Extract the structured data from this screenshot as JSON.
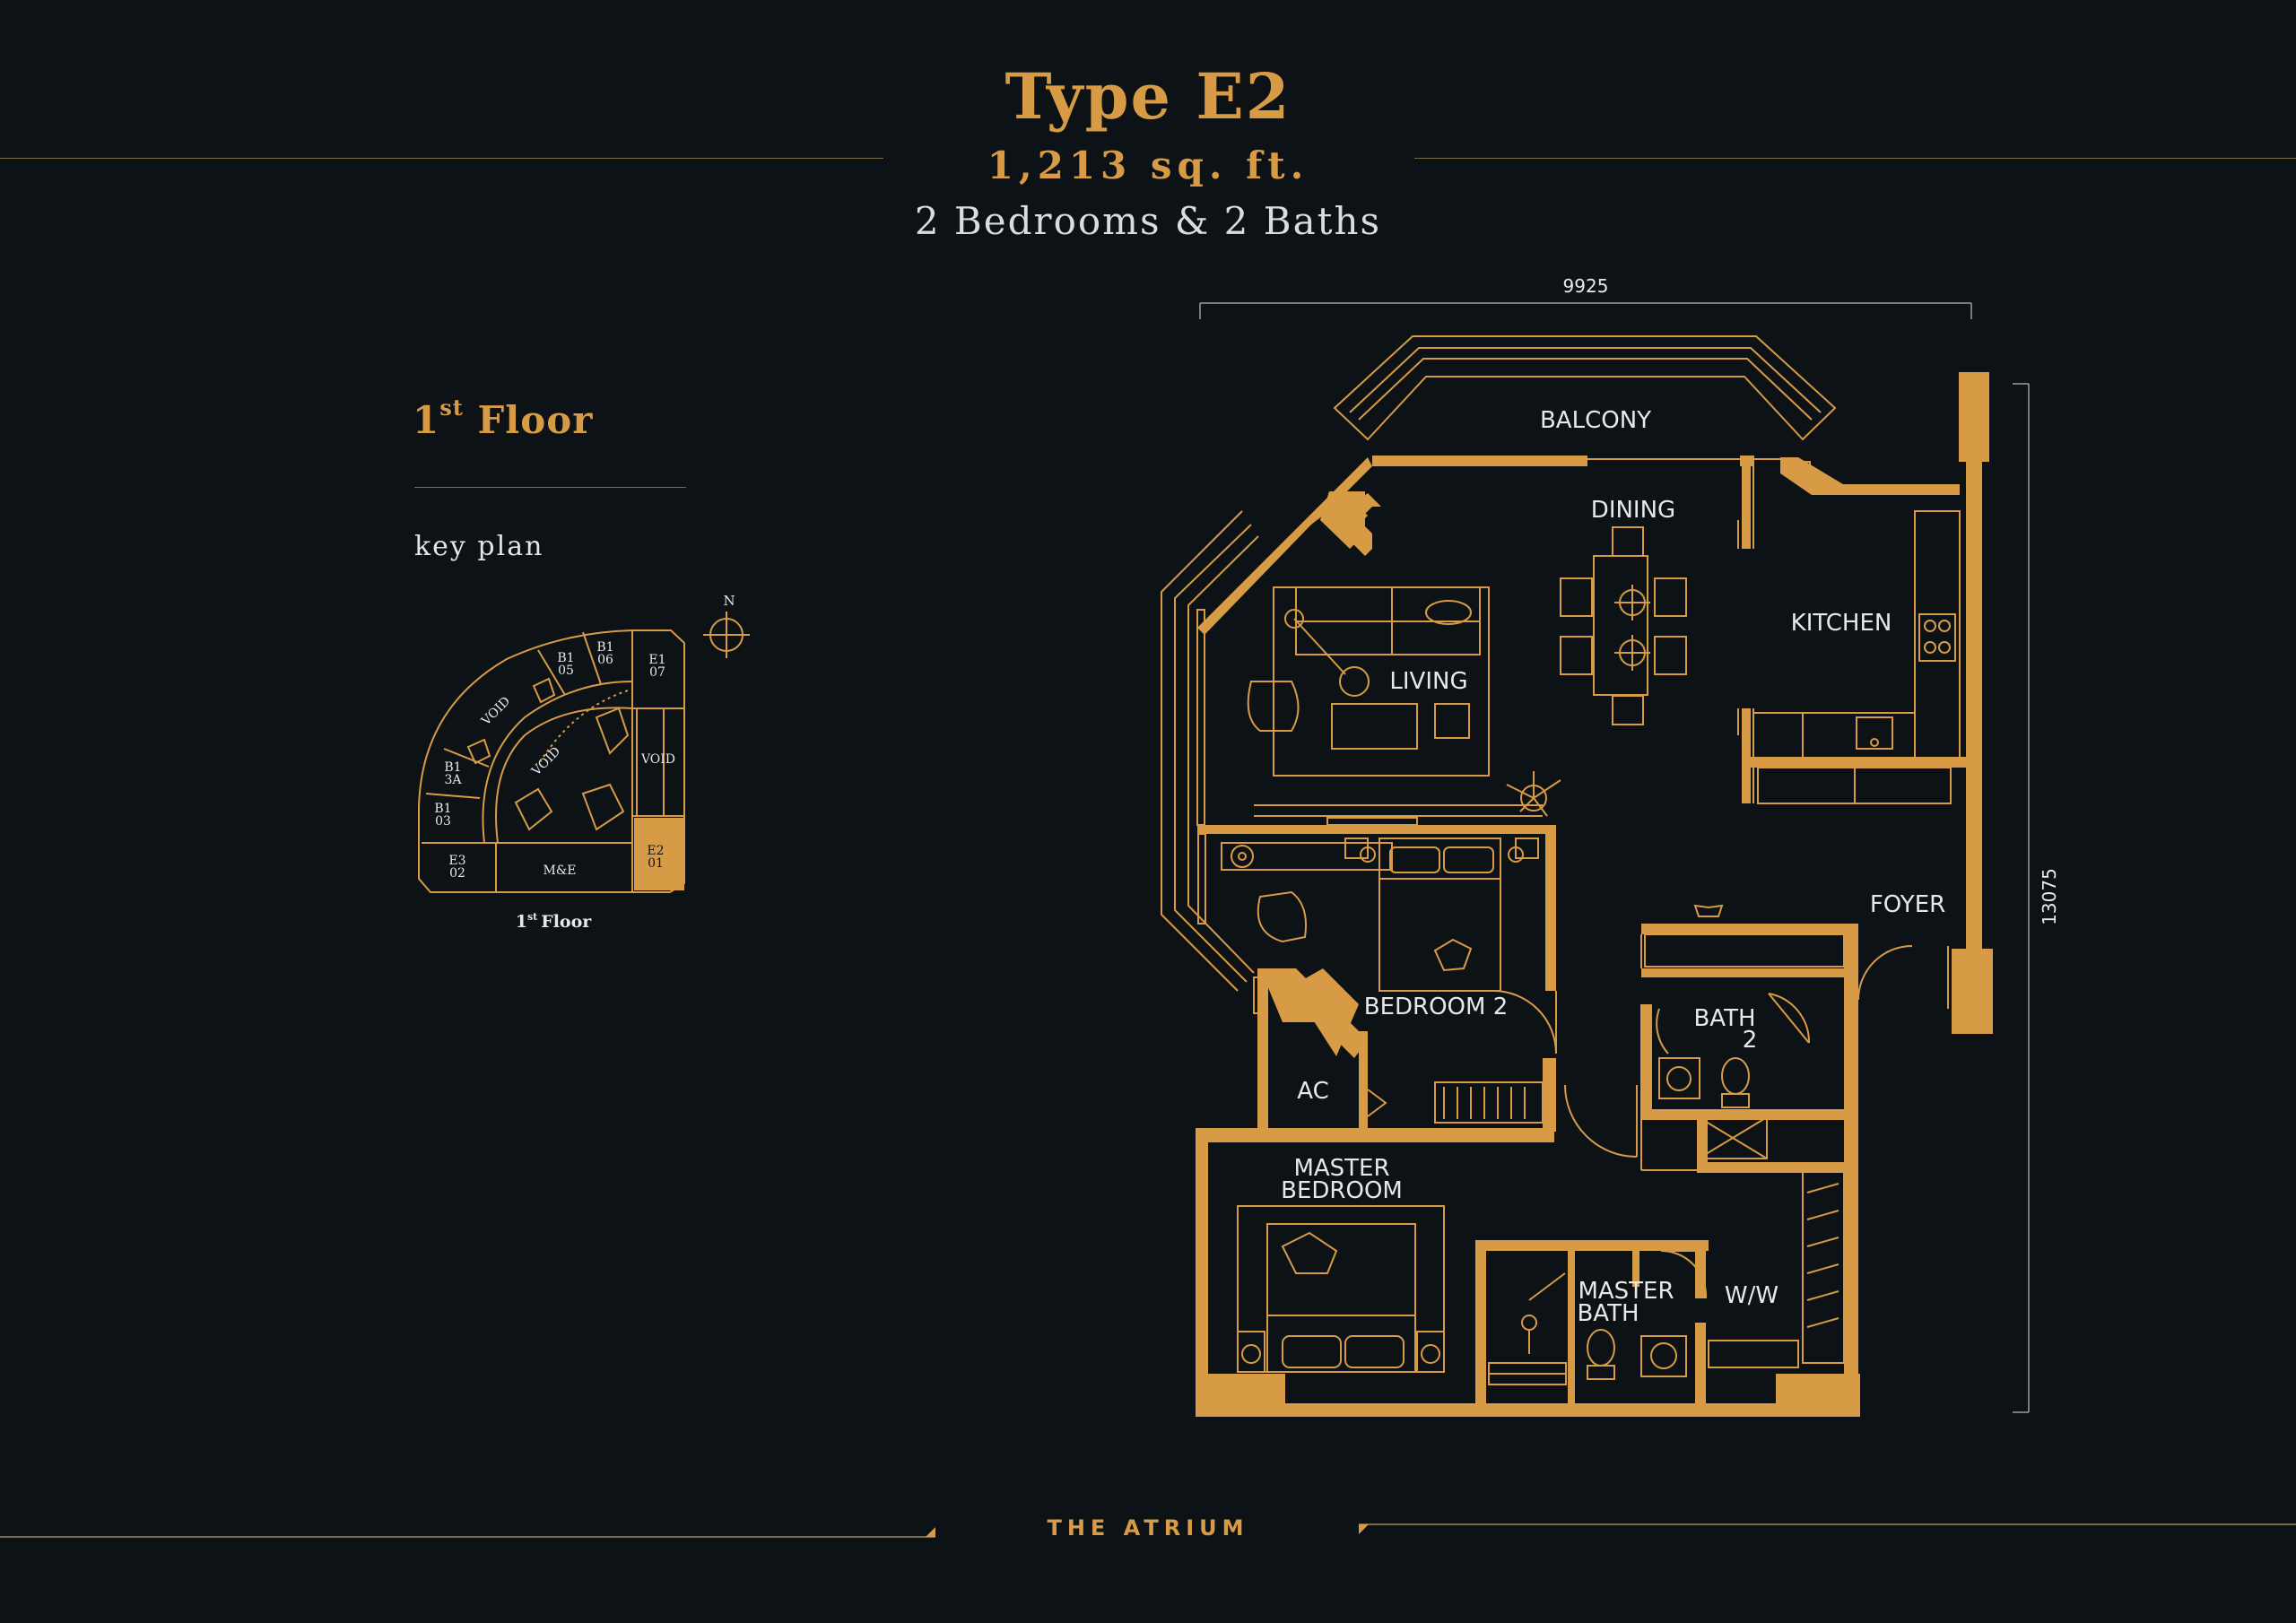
{
  "header": {
    "title": "Type E2",
    "area": "1,213 sq. ft.",
    "rooms": "2 Bedrooms & 2 Baths"
  },
  "floor": {
    "number": "1",
    "suffix": "st",
    "word": "Floor"
  },
  "key_plan": {
    "label": "key plan",
    "compass": "N",
    "caption_number": "1",
    "caption_suffix": "st",
    "caption_word": "Floor",
    "units": [
      {
        "code": "B1",
        "number": "05"
      },
      {
        "code": "B1",
        "number": "06"
      },
      {
        "code": "E1",
        "number": "07"
      },
      {
        "code": "B1",
        "number": "3A"
      },
      {
        "code": "B1",
        "number": "03"
      },
      {
        "code": "E3",
        "number": "02"
      },
      {
        "code": "E2",
        "number": "01"
      }
    ],
    "void_1": "VOID",
    "void_2": "VOID",
    "void_3": "VOID",
    "mne": "M&E"
  },
  "floor_plan": {
    "width_dimension": "9925",
    "height_dimension": "13075",
    "rooms": {
      "balcony": "BALCONY",
      "dining": "DINING",
      "kitchen": "KITCHEN",
      "living": "LIVING",
      "foyer": "FOYER",
      "bedroom2": "BEDROOM 2",
      "bath2_line1": "BATH",
      "bath2_line2": "2",
      "ac": "AC",
      "master_bedroom_line1": "MASTER",
      "master_bedroom_line2": "BEDROOM",
      "master_bath_line1": "MASTER",
      "master_bath_line2": "BATH",
      "ww": "W/W"
    },
    "colors": {
      "wall": "#d89b45",
      "line": "#d89b45",
      "highlight": "#d89b45"
    }
  },
  "footer": {
    "brand": "THE ATRIUM"
  }
}
